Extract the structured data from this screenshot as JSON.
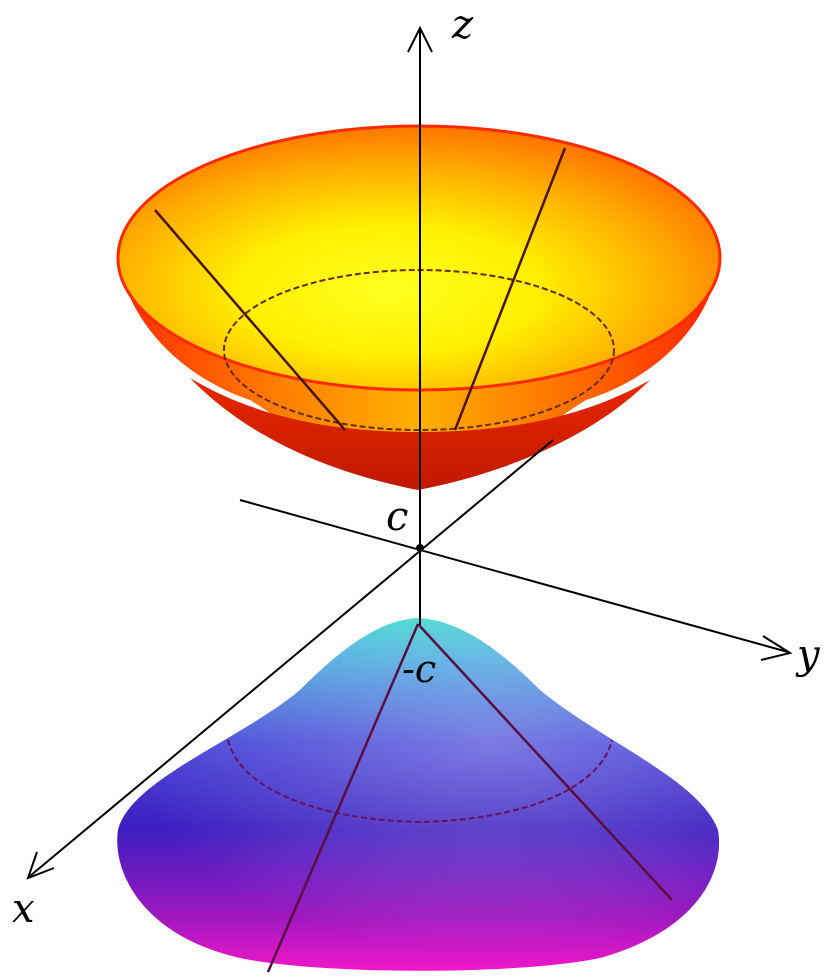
{
  "labels": {
    "z_axis": "z",
    "y_axis": "y",
    "x_axis": "x",
    "upper_vertex": "c",
    "lower_vertex": "-c"
  },
  "colors": {
    "upper_sheet_rim": "#ff3300",
    "upper_sheet_inner": "#ffff00",
    "upper_sheet_outer": "#e82200",
    "lower_sheet_top": "#55dddd",
    "lower_sheet_mid": "#3b2ec8",
    "lower_sheet_bottom": "#e018c8",
    "axis_line": "#000000",
    "grid_line_upper": "#5a1a00",
    "grid_line_lower": "#601040"
  }
}
